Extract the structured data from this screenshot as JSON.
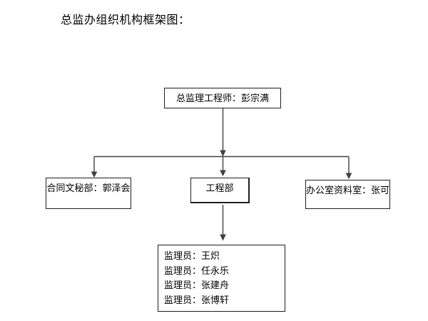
{
  "document": {
    "title": "总监办组织机构框架图："
  },
  "org_chart": {
    "root": {
      "label": "总监理工程师：彭宗满"
    },
    "departments": [
      {
        "id": "contract-secretary-dept",
        "label": "合同文秘部：郭泽会"
      },
      {
        "id": "engineering-dept",
        "label": "工程部"
      },
      {
        "id": "office-archive-room",
        "label": "办公室资料室：张可"
      }
    ],
    "engineering_staff": [
      "监理员：王炽",
      "监理员：任永乐",
      "监理员：张建舟",
      "监理员：张博轩"
    ],
    "colors": {
      "background": "#ffffff",
      "box_border": "#1f1f1f",
      "connector_line": "#404040",
      "text": "#000000"
    }
  }
}
